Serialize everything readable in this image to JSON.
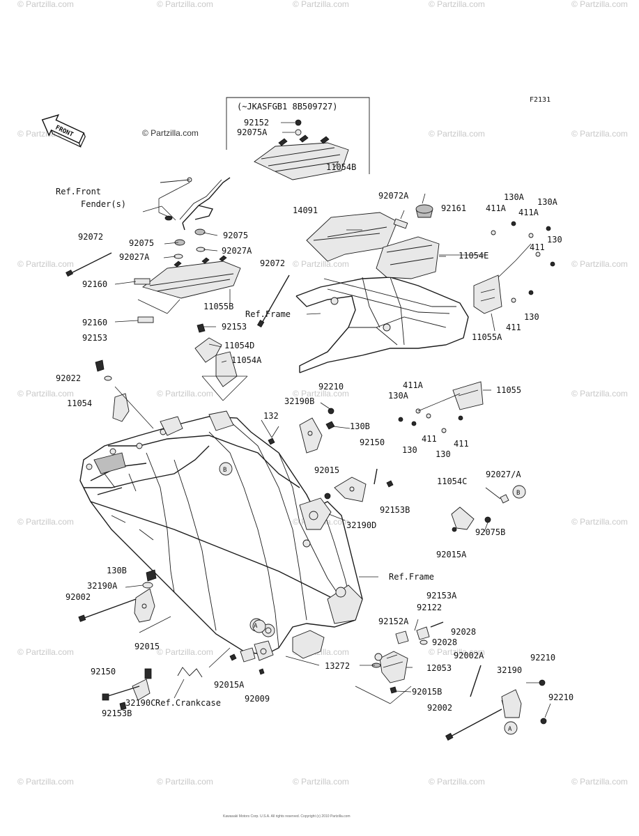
{
  "figure_code": "F2131",
  "logo_text": "© Partzilla.com",
  "watermark_text": "© Partzilla.com",
  "front_arrow_label": "FRONT",
  "serial_note": "(~JKASFGB1 8B509727)",
  "footer_text": "Kawasaki Motors Corp. U.S.A. All rights reserved. Copyright (c) 2010 Partzilla.com",
  "reference_labels": {
    "front_fender": "Ref.Front",
    "front_fender_2": "Fender(s)",
    "frame_top": "Ref.Frame",
    "frame_right": "Ref.Frame",
    "crankcase": "Ref.Crankcase"
  },
  "circle_markers": {
    "a": "A",
    "b": "B"
  },
  "part_labels": {
    "p92152": "92152",
    "p92075A": "92075A",
    "p11054B": "11054B",
    "p92072A": "92072A",
    "p92161": "92161",
    "p14091": "14091",
    "p11054E": "11054E",
    "p92072_left": "92072",
    "p92075_left": "92075",
    "p92075_right": "92075",
    "p92027A_left": "92027A",
    "p92027A_right": "92027A",
    "p92160_top": "92160",
    "p11055B": "11055B",
    "p92160_bottom": "92160",
    "p92072_mid": "92072",
    "p130A_1": "130A",
    "p130A_2": "130A",
    "p411A_1": "411A",
    "p411A_2": "411A",
    "p411_1": "411",
    "p130_1": "130",
    "p411_2": "411",
    "p130_2": "130",
    "p11055A": "11055A",
    "p92153_mid": "92153",
    "p11054D": "11054D",
    "p11054A": "11054A",
    "p92153_left": "92153",
    "p92022": "92022",
    "p11054": "11054",
    "p92210_top": "92210",
    "p32190B": "32190B",
    "p130B_top": "130B",
    "p132": "132",
    "p411A_3": "411A",
    "p130A_3": "130A",
    "p11055": "11055",
    "p130_3": "130",
    "p411_3": "411",
    "p130_4": "130",
    "p411_4": "411",
    "p92150_mid": "92150",
    "p92015_mid": "92015",
    "p92153B_mid": "92153B",
    "p32190D": "32190D",
    "p11054C": "11054C",
    "p92027_A": "92027/A",
    "p92075B": "92075B",
    "p92015A_right": "92015A",
    "p130B_bottom": "130B",
    "p32190A": "32190A",
    "p92002_left": "92002",
    "p92153A": "92153A",
    "p92122": "92122",
    "p92152A": "92152A",
    "p92028_1": "92028",
    "p92028_2": "92028",
    "p92015_bottom": "92015",
    "p13272": "13272",
    "p12053": "12053",
    "p92015B": "92015B",
    "p92150_bottom": "92150",
    "p92015A_bottom": "92015A",
    "p92009": "92009",
    "p32190C": "32190C",
    "p92153B_bottom": "92153B",
    "p92002A": "92002A",
    "p92210_a": "92210",
    "p32190": "32190",
    "p92210_b": "92210",
    "p92002_right": "92002"
  }
}
